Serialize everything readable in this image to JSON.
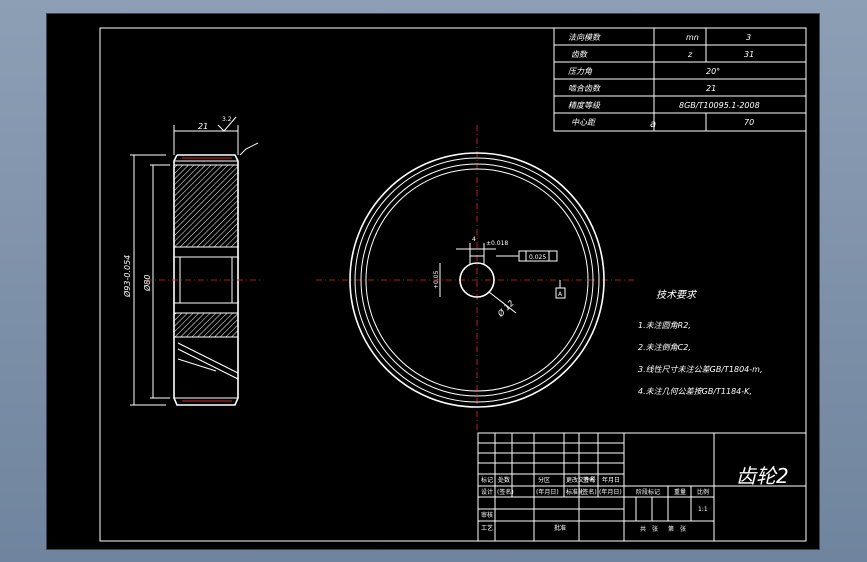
{
  "param_table": {
    "rows": [
      {
        "label": "法向模数",
        "symbol": "mn",
        "value": "3"
      },
      {
        "label": "齿数",
        "symbol": "z",
        "value": "31"
      },
      {
        "label": "压力角",
        "symbol": "",
        "value": "20°"
      },
      {
        "label": "啮合齿数",
        "symbol": "",
        "value": "21"
      },
      {
        "label": "精度等级",
        "symbol": "",
        "value": "8GB/T10095.1-2008"
      },
      {
        "label": "中心距",
        "symbol": "a",
        "value": "70"
      }
    ]
  },
  "dimensions": {
    "width_top": "21",
    "roughness_top": "3.2",
    "dia_outer": "Ø93-0.054",
    "dia_bore": "Ø80",
    "keyway_width": "4",
    "keyway_tol": "±0.018",
    "hub_tol": "+0.05",
    "shaft_dia": "Ø 12",
    "gdt_value": "0.025",
    "datum": "A"
  },
  "tech_requirements": {
    "title": "技术要求",
    "items": [
      "1.未注圆角R2,",
      "2.未注倒角C2,",
      "3.线性尺寸未注公差GB/T1804-m,",
      "4.未注几何公差按GB/T1184-K,"
    ]
  },
  "title_block": {
    "drawing_name": "齿轮2",
    "headers": [
      "标记",
      "处数",
      "分区",
      "更改文件号",
      "签名",
      "年月日"
    ],
    "row_design": [
      "设计",
      "(签名)",
      "(年月日)",
      "标准化",
      "(签名)",
      "(年月日)"
    ],
    "row_review": "审核",
    "row_craft": "工艺",
    "row_approve": "批准",
    "stage_mark": "阶段标记",
    "weight": "重量",
    "scale": "比例",
    "scale_value": "1:1",
    "sheet_info": [
      "共",
      "张",
      "第",
      "张"
    ]
  }
}
